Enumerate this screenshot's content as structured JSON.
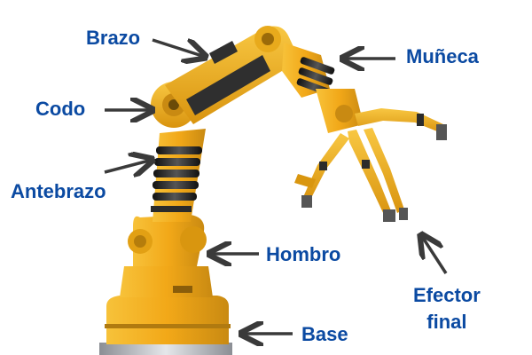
{
  "colors": {
    "label": "#0b4aa2",
    "arrow": "#3a3a3a",
    "arm_yellow": "#f4b323",
    "arm_dark_yellow": "#c98a12",
    "joint_black": "#2b2b2b",
    "metal": "#b9bcc2",
    "background": "#ffffff"
  },
  "labels": {
    "brazo": "Brazo",
    "codo": "Codo",
    "antebrazo": "Antebrazo",
    "muneca": "Muñeca",
    "hombro": "Hombro",
    "base": "Base",
    "efector_line1": "Efector",
    "efector_line2": "final"
  }
}
